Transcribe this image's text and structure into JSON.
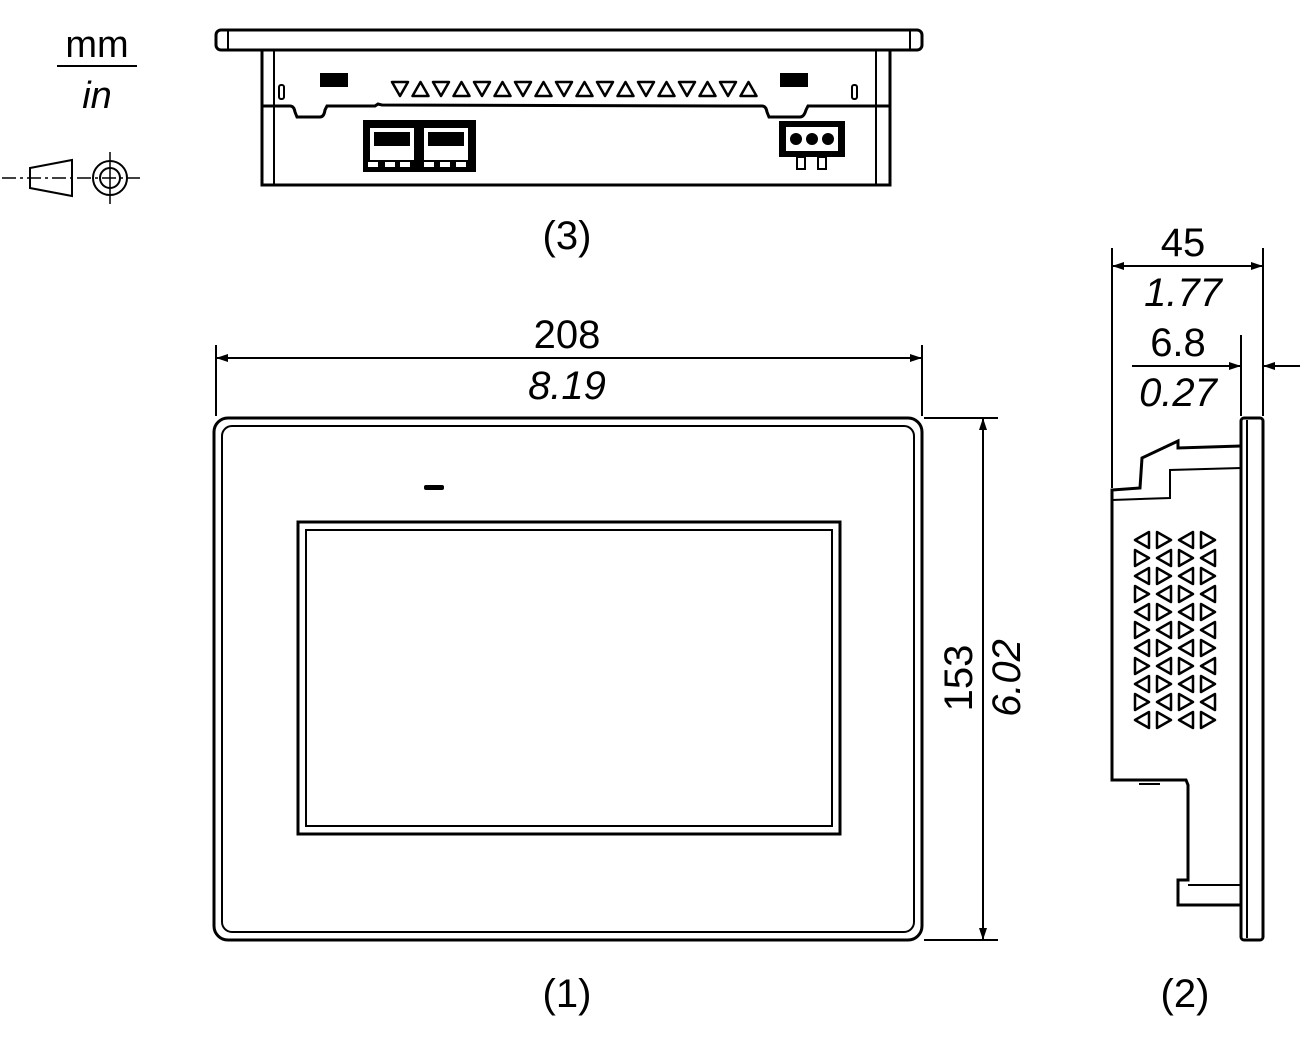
{
  "legend": {
    "unit_primary": "mm",
    "unit_secondary": "in",
    "projection_symbol": "first-angle-projection-icon"
  },
  "views": {
    "front": {
      "label": "(1)"
    },
    "side": {
      "label": "(2)"
    },
    "top": {
      "label": "(3)"
    }
  },
  "dimensions": {
    "width": {
      "mm": "208",
      "in": "8.19"
    },
    "height": {
      "mm": "153",
      "in": "6.02"
    },
    "depth": {
      "mm": "45",
      "in": "1.77"
    },
    "bezel": {
      "mm": "6.8",
      "in": "0.27"
    }
  },
  "colors": {
    "line": "#000000",
    "background": "#ffffff"
  }
}
